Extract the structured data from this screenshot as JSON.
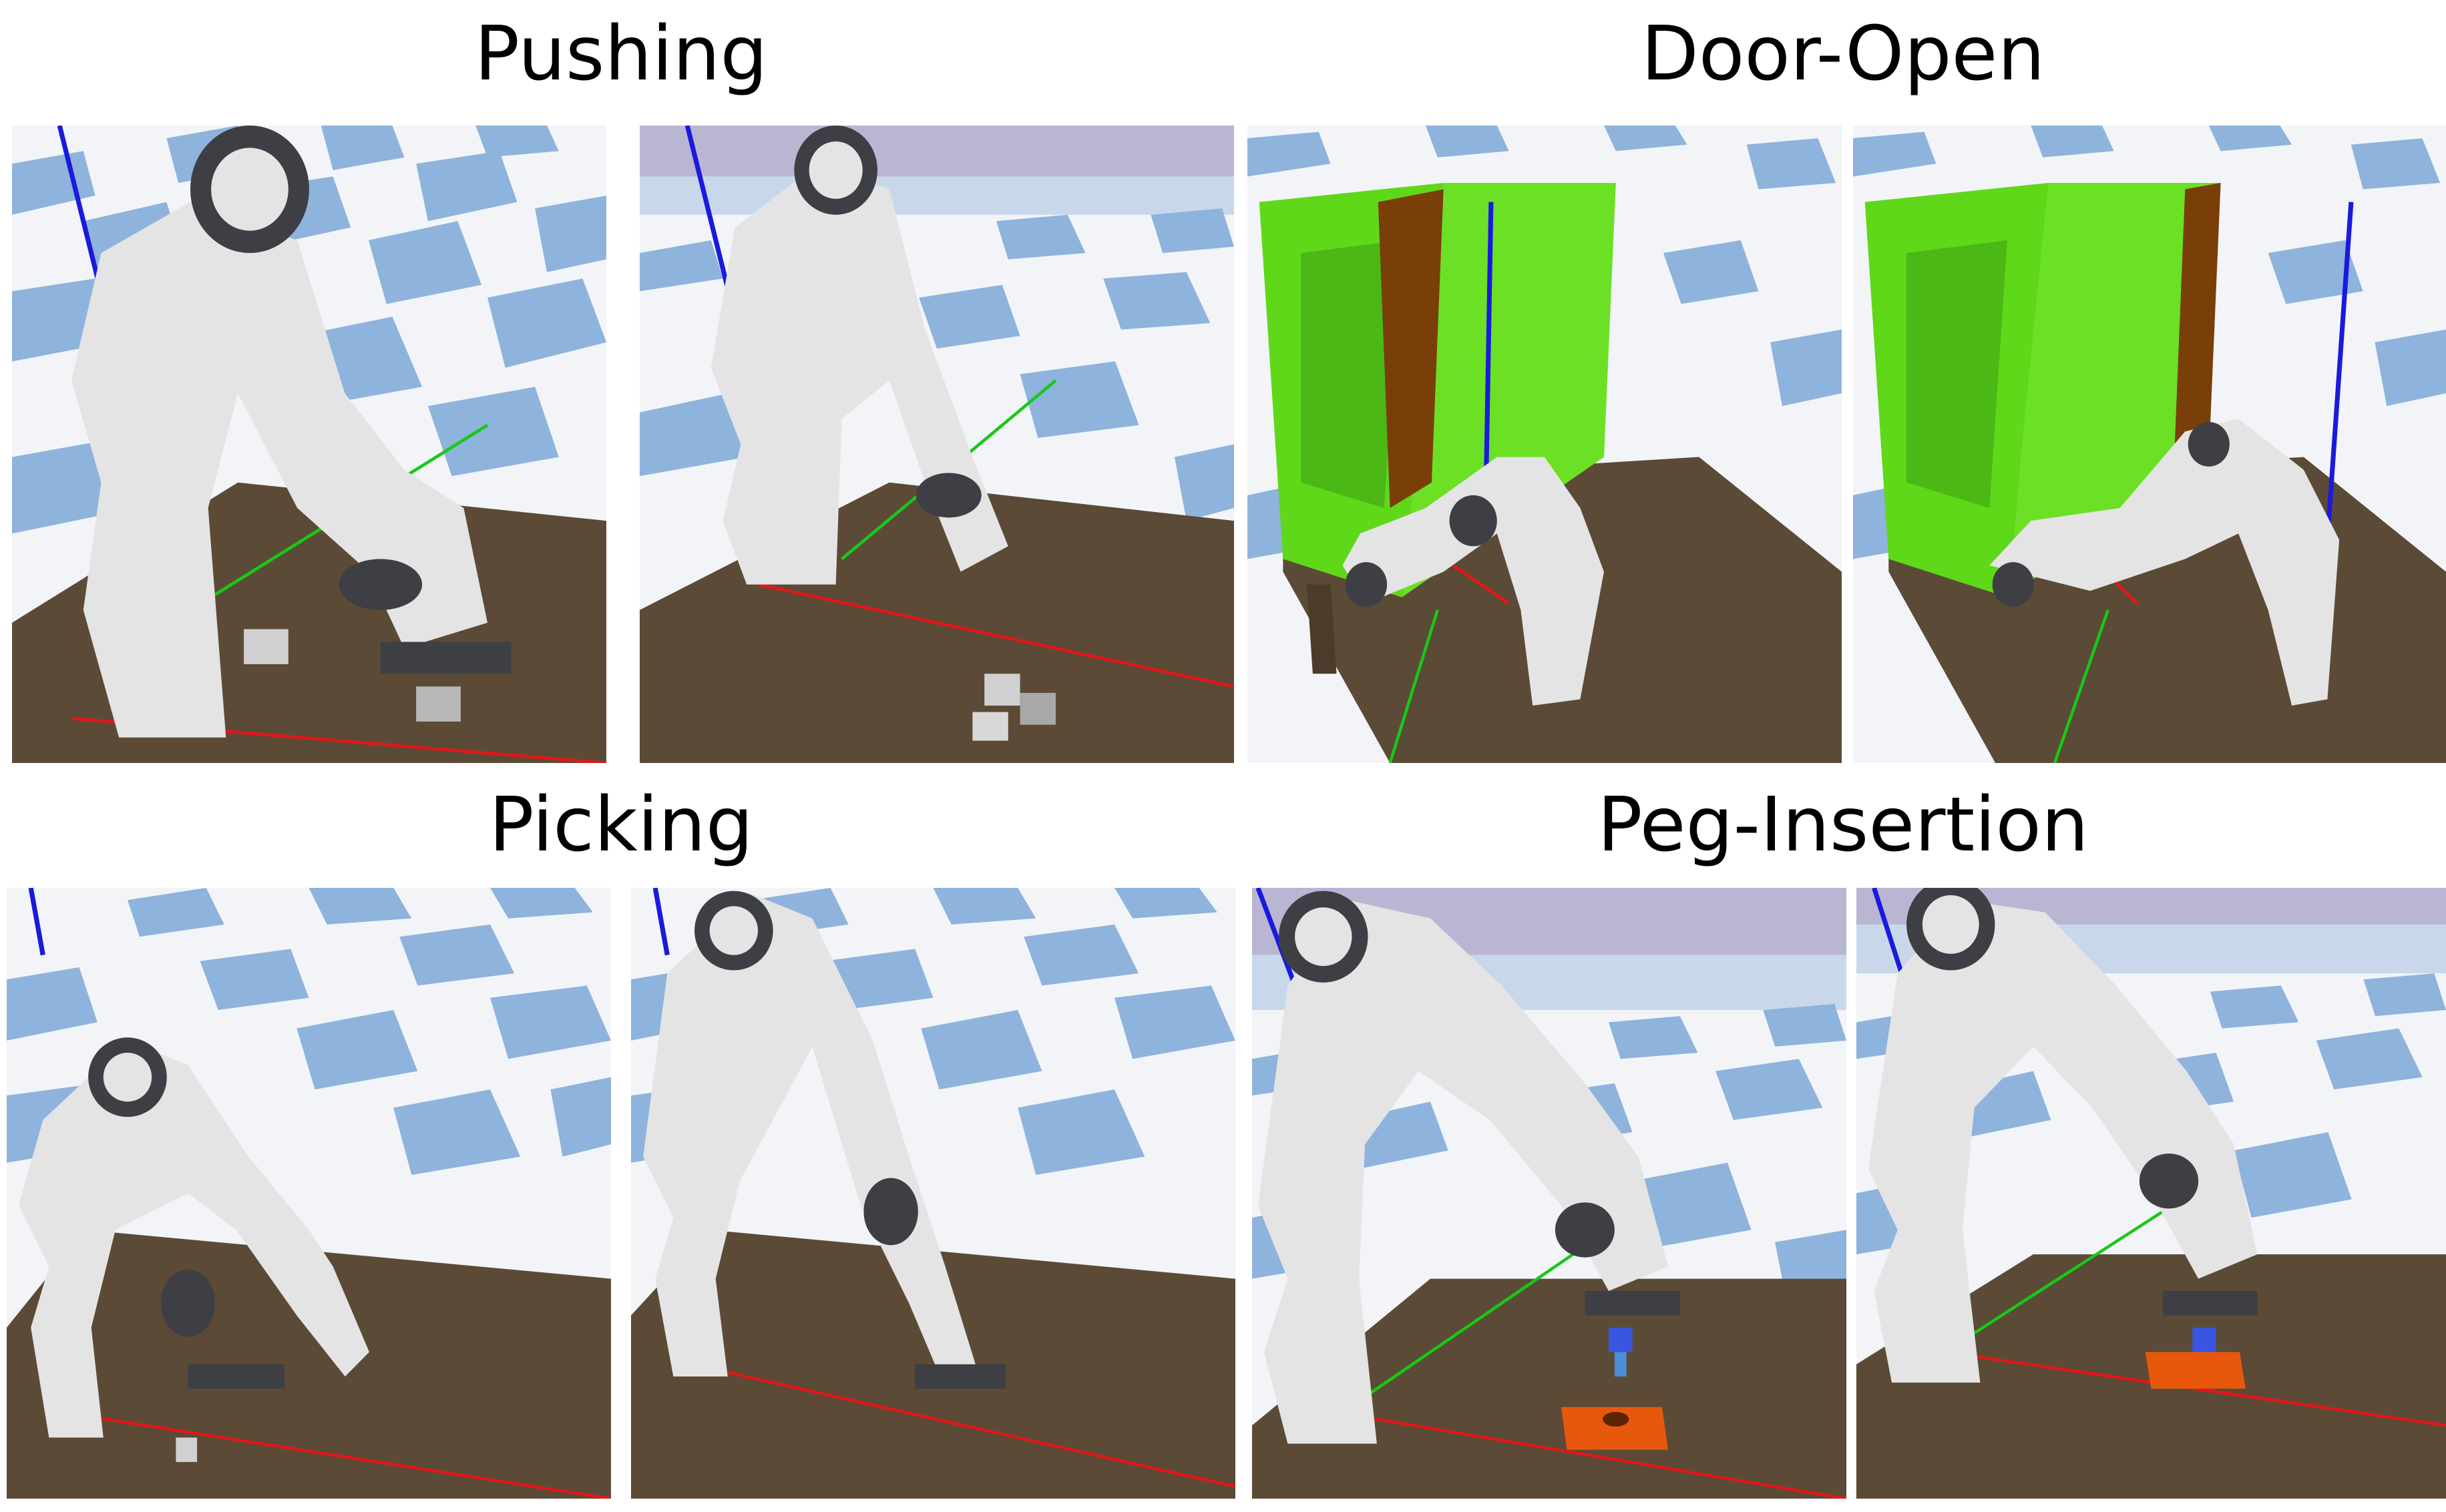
{
  "titles": {
    "pushing": "Pushing",
    "door_open": "Door-Open",
    "picking": "Picking",
    "peg_insertion": "Peg-Insertion"
  },
  "colors": {
    "sky": "#b9b6d3",
    "checker_blue": "#8eb3dc",
    "checker_white": "#f2f4f8",
    "table": "#5b4a36",
    "robot": "#e4e4e4",
    "robot_joint": "#3d3f45",
    "axis_x": "#e01818",
    "axis_y": "#18c818",
    "axis_z": "#1a1add",
    "bookshelf": "#5fd81a",
    "door": "#7a3e08",
    "block": "#d0d0d0",
    "peg": "#3a55e0",
    "peg_base": "#e8580c"
  }
}
